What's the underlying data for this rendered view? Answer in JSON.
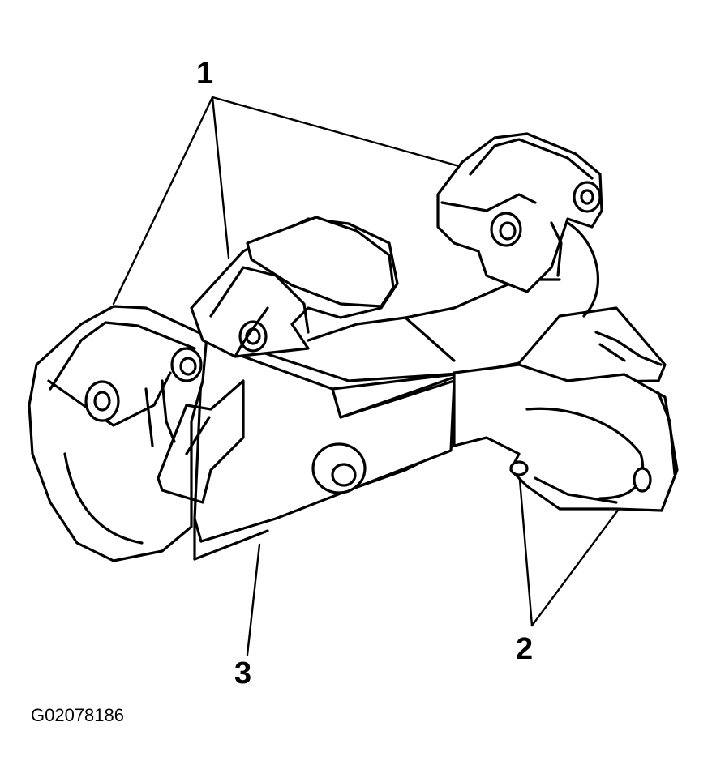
{
  "diagram": {
    "callouts": {
      "c1": "1",
      "c2": "2",
      "c3": "3"
    },
    "figure_id": "G02078186"
  }
}
